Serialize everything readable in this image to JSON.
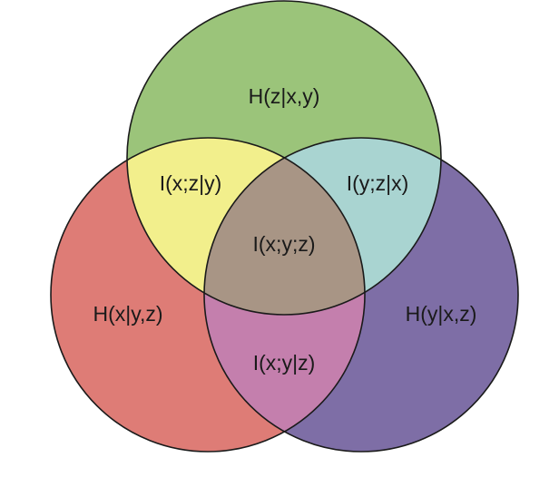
{
  "diagram": {
    "type": "venn-3",
    "colors": {
      "z_only": "#9bc47a",
      "x_only": "#de7c76",
      "y_only": "#7e6ea6",
      "xz_only": "#f2ef8c",
      "yz_only": "#a9d4d1",
      "xy_only": "#c47fad",
      "xyz": "#a89585",
      "outline": "#1a1a1a",
      "background": "#ffffff"
    },
    "regions": {
      "z_only": {
        "label": "H(z|x,y)"
      },
      "xz_only": {
        "label": "I(x;z|y)"
      },
      "yz_only": {
        "label": "I(y;z|x)"
      },
      "xyz": {
        "label": "I(x;y;z)"
      },
      "x_only": {
        "label": "H(x|y,z)"
      },
      "y_only": {
        "label": "H(y|x,z)"
      },
      "xy_only": {
        "label": "I(x;y|z)"
      }
    }
  }
}
